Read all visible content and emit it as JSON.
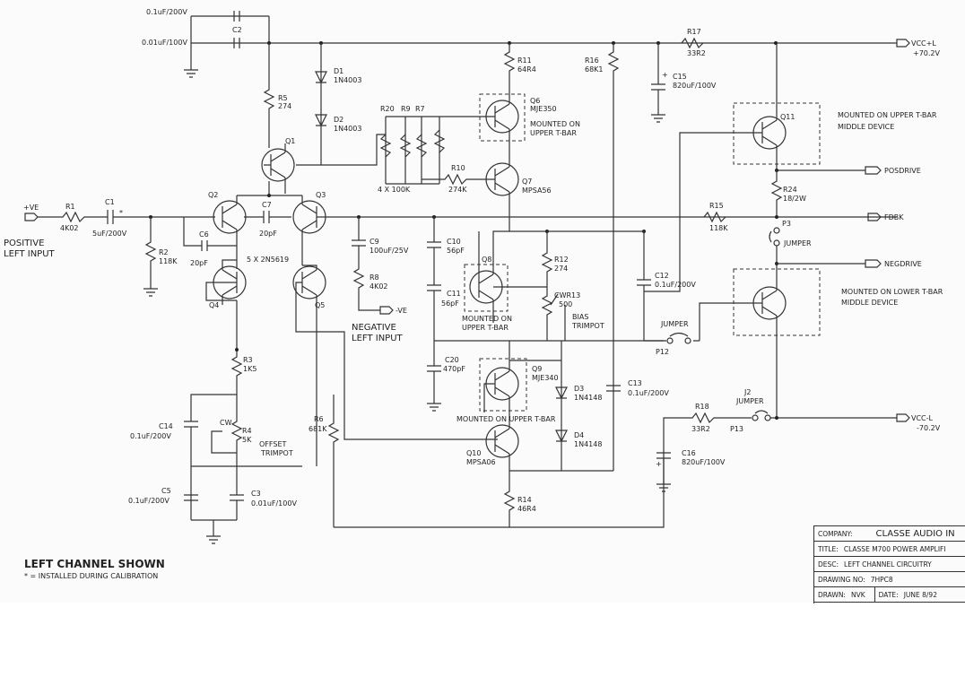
{
  "schematic": {
    "labels": {
      "c1_top_val": "0.1uF/200V",
      "c2_val": "0.01uF/100V",
      "c2": "C2",
      "d1": "D1",
      "d1_val": "1N4003",
      "d2": "D2",
      "d2_val": "1N4003",
      "r5": "R5",
      "r5_val": "274",
      "q1": "Q1",
      "r20": "R20",
      "r9": "R9",
      "r7": "R7",
      "r4x100k": "4 X 100K",
      "r10": "R10",
      "r10_val": "274K",
      "r11": "R11",
      "r11_val": "64R4",
      "q6": "Q6",
      "q6_val": "MJE350",
      "q6_mount1": "MOUNTED ON",
      "q6_mount2": "UPPER T-BAR",
      "q7": "Q7",
      "q7_val": "MPSA56",
      "r16": "R16",
      "r16_val": "68K1",
      "r17": "R17",
      "r17_val": "33R2",
      "vccp": "VCC+L",
      "vccp_val": "+70.2V",
      "c15": "C15",
      "c15_val": "820uF/100V",
      "q11": "Q11",
      "q11_mount1": "MOUNTED ON UPPER T-BAR",
      "q11_mount2": "MIDDLE DEVICE",
      "posdrive": "POSDRIVE",
      "r24": "R24",
      "r24_val": "18/2W",
      "vein": "+VE",
      "r1": "R1",
      "r1_val": "4K02",
      "c1": "C1",
      "c1_val": "5uF/200V",
      "c1_star": "*",
      "pos_in1": "POSITIVE",
      "pos_in2": "LEFT INPUT",
      "q2": "Q2",
      "q3": "Q3",
      "c7": "C7",
      "c7_val": "20pF",
      "c6": "C6",
      "c6_val": "20pF",
      "r2": "R2",
      "r2_val": "118K",
      "npn5": "5 X 2N5619",
      "q4": "Q4",
      "q5": "Q5",
      "c9": "C9",
      "c9_val": "100uF/25V",
      "r8": "R8",
      "r8_val": "4K02",
      "vein_neg": "-VE",
      "neg_in1": "NEGATIVE",
      "neg_in2": "LEFT INPUT",
      "c10": "C10",
      "c10_val": "56pF",
      "c11": "C11",
      "c11_val": "56pF",
      "q8": "Q8",
      "q8_mount1": "MOUNTED ON",
      "q8_mount2": "UPPER T-BAR",
      "r12": "R12",
      "r12_val": "274",
      "cwr13": "CWR13",
      "cwr13_val": "500",
      "bias1": "BIAS",
      "bias2": "TRIMPOT",
      "r15": "R15",
      "r15_val": "118K",
      "fdbk": "FDBK",
      "p3": "P3",
      "jumper_p3": "JUMPER",
      "negdrive": "NEGDRIVE",
      "c12": "C12",
      "c12_val": "0.1uF/200V",
      "q_low_mount1": "MOUNTED ON LOWER T-BAR",
      "q_low_mount2": "MIDDLE DEVICE",
      "jumper_p12": "JUMPER",
      "p12": "P12",
      "c20": "C20",
      "c20_val": "470pF",
      "q9": "Q9",
      "q9_val": "MJE340",
      "q9_mount": "MOUNTED ON UPPER T-BAR",
      "d3": "D3",
      "d3_val": "1N4148",
      "d4": "D4",
      "d4_val": "1N4148",
      "c13": "C13",
      "c13_val": "0.1uF/200V",
      "r3": "R3",
      "r3_val": "1K5",
      "c14": "C14",
      "c14_val": "0.1uF/200V",
      "cw": "CW",
      "r4": "R4",
      "r4_val": "5K",
      "offset1": "OFFSET",
      "offset2": "TRIMPOT",
      "r6": "R6",
      "r6_val": "681K",
      "q10": "Q10",
      "q10_val": "MPSA06",
      "r14": "R14",
      "r14_val": "46R4",
      "r18": "R18",
      "r18_val": "33R2",
      "j2": "J2",
      "jumper_j2": "JUMPER",
      "p13": "P13",
      "vccm": "VCC-L",
      "vccm_val": "-70.2V",
      "c16": "C16",
      "c16_val": "820uF/100V",
      "c5": "C5",
      "c5_val": "0.1uF/200V",
      "c3": "C3",
      "c3_val": "0.01uF/100V",
      "footer_title": "LEFT CHANNEL SHOWN",
      "footer_note": "* = INSTALLED DURING CALIBRATION"
    },
    "title_block": {
      "company_label": "COMPANY:",
      "company": "CLASSE AUDIO IN",
      "title_label": "TITLE:",
      "title": "CLASSE M700 POWER AMPLIFI",
      "desc_label": "DESC:",
      "desc": "LEFT CHANNEL CIRCUITRY",
      "drawing_label": "DRAWING NO:",
      "drawing": "7HPC8",
      "drawn_label": "DRAWN:",
      "drawn": "NVK",
      "date_label": "DATE:",
      "date": "JUNE 8/92"
    }
  }
}
